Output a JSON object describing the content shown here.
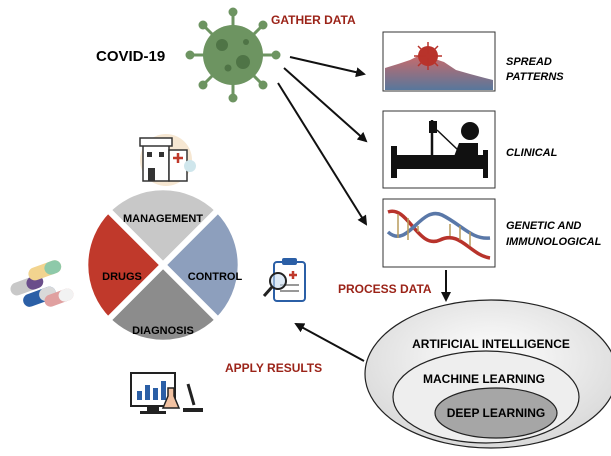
{
  "title": "COVID-19",
  "steps": {
    "gather": "GATHER DATA",
    "process": "PROCESS DATA",
    "apply": "APPLY RESULTS"
  },
  "data_sources": [
    {
      "line1": "SPREAD",
      "line2": "PATTERNS",
      "icon": "virus-spread-icon"
    },
    {
      "line1": "CLINICAL",
      "line2": "",
      "icon": "hospital-bed-icon"
    },
    {
      "line1": "GENETIC AND",
      "line2": "IMMUNOLOGICAL",
      "icon": "dna-icon"
    }
  ],
  "ai_layers": {
    "outer": "ARTIFICIAL INTELLIGENCE",
    "middle": "MACHINE LEARNING",
    "inner": "DEEP LEARNING"
  },
  "applications": {
    "top": "MANAGEMENT",
    "left": "DRUGS",
    "right": "CONTROL",
    "bottom": "DIAGNOSIS"
  },
  "colors": {
    "accent_red": "#9b2318",
    "drugs": "#c0392b",
    "control": "#8d9fbd",
    "management": "#c8c8c8",
    "diagnosis": "#8c8c8c",
    "virus": "#6d9461"
  },
  "side_icons": [
    "hospital-icon",
    "pills-icon",
    "clipboard-magnifier-icon",
    "lab-monitor-icon"
  ]
}
